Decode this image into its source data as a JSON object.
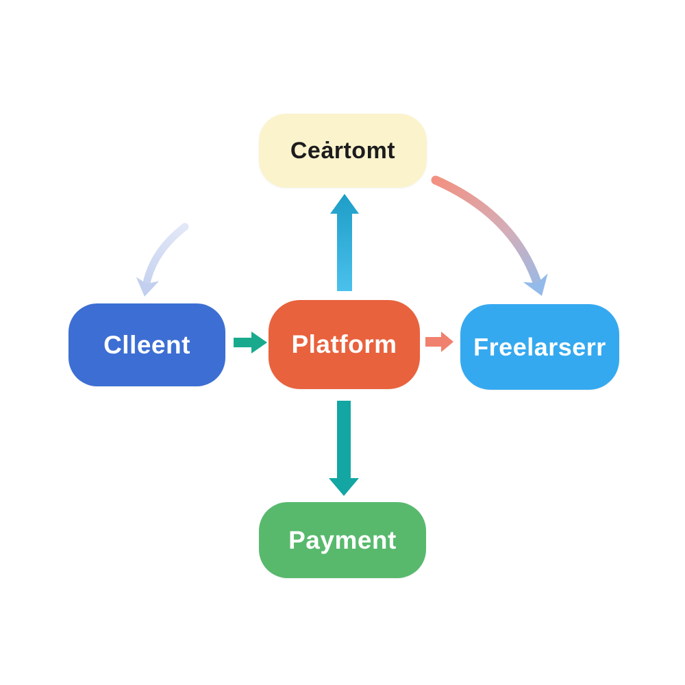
{
  "diagram": {
    "background": "#ffffff",
    "nodes": {
      "contract": {
        "label": "Ceȧrtomt",
        "bg": "#faf3cc",
        "text_color": "#1c1c1e"
      },
      "client": {
        "label": "Clleent",
        "bg": "#3d6ed3",
        "text_color": "#ffffff"
      },
      "platform": {
        "label": "Platform",
        "bg": "#e8623d",
        "text_color": "#ffffff"
      },
      "freelancer": {
        "label": "Freelarserr",
        "bg": "#35a9ef",
        "text_color": "#ffffff"
      },
      "payment": {
        "label": "Payment",
        "bg": "#58b96d",
        "text_color": "#ffffff"
      }
    },
    "arrows": {
      "platform_to_contract": {
        "color_start": "#1d9dc7",
        "color_end": "#4ac1ec"
      },
      "client_to_platform": {
        "color": "#19aa8e"
      },
      "platform_to_freelancer": {
        "color": "#f0816e"
      },
      "platform_to_payment": {
        "color": "#13a6a3"
      },
      "curve_to_client": {
        "color_start": "#e3e8f7",
        "color_end": "#c2cfee"
      },
      "contract_to_freelancer": {
        "color_start": "#f29181",
        "color_mid": "#d3aeb9",
        "color_end": "#93bae9"
      }
    }
  }
}
